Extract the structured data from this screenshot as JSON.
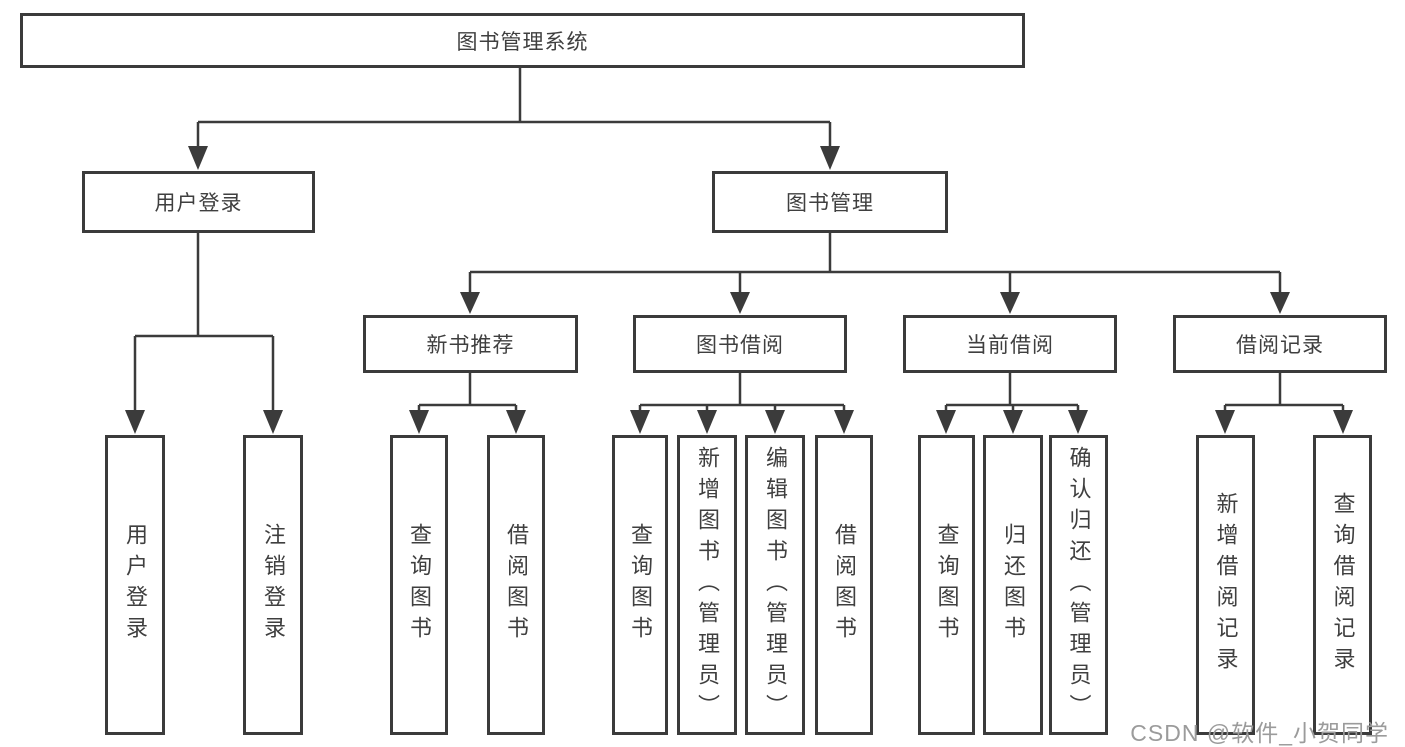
{
  "diagram": {
    "root": "图书管理系统",
    "level2": {
      "user_login": "用户登录",
      "book_mgmt": "图书管理"
    },
    "level3": {
      "new_books": "新书推荐",
      "book_borrow": "图书借阅",
      "current_borrow": "当前借阅",
      "borrow_records": "借阅记录"
    },
    "leaves": {
      "user_login_login": "用户登录",
      "user_login_logout": "注销登录",
      "new_books_query": "查询图书",
      "new_books_borrow": "借阅图书",
      "borrow_query": "查询图书",
      "borrow_add": "新增图书（管理员）",
      "borrow_edit": "编辑图书（管理员）",
      "borrow_borrow": "借阅图书",
      "current_query": "查询图书",
      "current_return": "归还图书",
      "current_confirm": "确认归还（管理员）",
      "records_add": "新增借阅记录",
      "records_query": "查询借阅记录"
    }
  },
  "watermark": "CSDN @软件_小贺同学",
  "colors": {
    "line": "#3b3b3b",
    "text": "#3f3f3f",
    "watermark": "#9b9b9b",
    "background": "#ffffff"
  }
}
